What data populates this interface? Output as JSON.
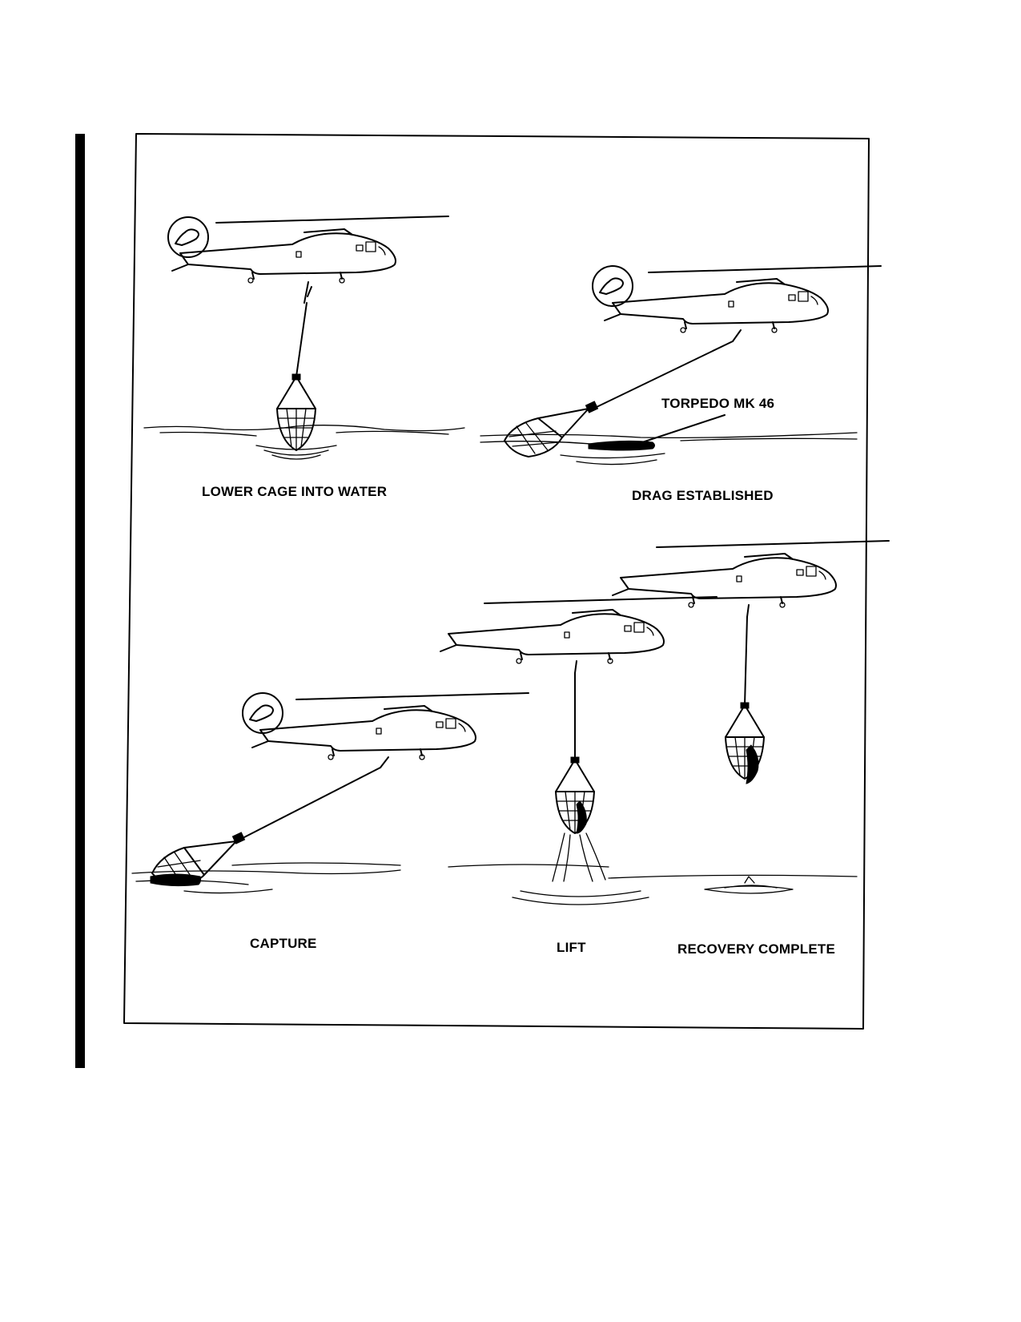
{
  "figure": {
    "panels": [
      {
        "id": "lower",
        "caption": "LOWER CAGE INTO WATER"
      },
      {
        "id": "drag",
        "caption": "DRAG ESTABLISHED",
        "callout": "TORPEDO MK 46"
      },
      {
        "id": "capture",
        "caption": "CAPTURE"
      },
      {
        "id": "lift",
        "caption": "LIFT"
      },
      {
        "id": "complete",
        "caption": "RECOVERY COMPLETE"
      }
    ]
  }
}
